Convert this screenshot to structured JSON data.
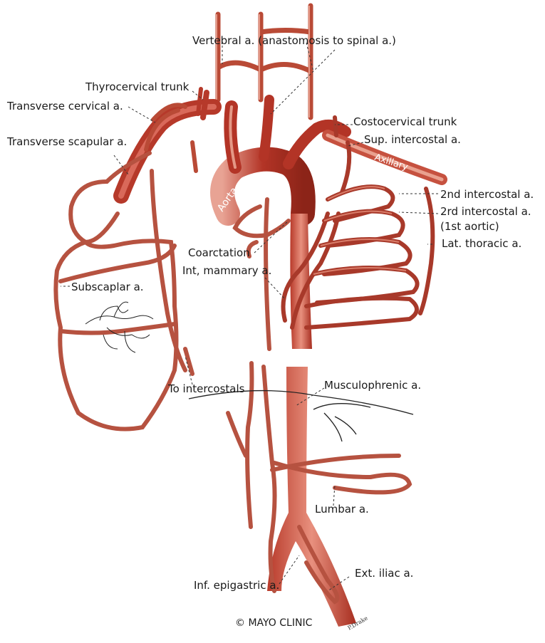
{
  "labels": {
    "vertebral": "Vertebral a. (anastomosis to spinal a.)",
    "thyrocervical": "Thyrocervical trunk",
    "transverse_cervical": "Transverse cervical a.",
    "transverse_scapular": "Transverse scapular a.",
    "costocervical": "Costocervical trunk",
    "sup_intercostal": "Sup. intercostal a.",
    "axillary": "Axillary",
    "aorta": "Aorta",
    "second_intercostal": "2nd intercostal a.",
    "third_intercostal": "2rd intercostal a.",
    "first_aortic": "(1st aortic)",
    "lat_thoracic": "Lat. thoracic a.",
    "coarctation": "Coarctation",
    "int_mammary": "Int, mammary a.",
    "subscapular": "Subscaplar a.",
    "to_intercostals": "To intercostals",
    "musculophrenic": "Musculophrenic a.",
    "lumbar": "Lumbar a.",
    "ext_iliac": "Ext. iliac a.",
    "inf_epigastric": "Inf. epigastric a.",
    "copyright": "© MAYO CLINIC"
  },
  "colors": {
    "artery_light": "#d4634a",
    "artery_dark": "#9e2f1f",
    "artery_mid": "#c2483a",
    "leader": "#333333"
  }
}
